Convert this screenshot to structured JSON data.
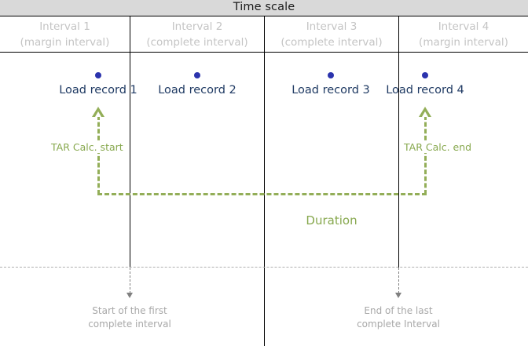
{
  "title": "Time scale",
  "intervals": [
    {
      "name": "Interval  1",
      "kind": "(margin interval)"
    },
    {
      "name": "Interval  2",
      "kind": "(complete interval)"
    },
    {
      "name": "Interval  3",
      "kind": "(complete interval)"
    },
    {
      "name": "Interval  4",
      "kind": "(margin interval)"
    }
  ],
  "records": [
    {
      "label": "Load record 1"
    },
    {
      "label": "Load record 2"
    },
    {
      "label": "Load record 3"
    },
    {
      "label": "Load record 4"
    }
  ],
  "annotations": {
    "tar_start": "TAR Calc. start",
    "tar_end": "TAR Calc. end",
    "duration": "Duration"
  },
  "callouts": [
    {
      "line1": "Start of the first",
      "line2": "complete interval"
    },
    {
      "line1": "End of the last",
      "line2": "complete Interval"
    }
  ],
  "colors": {
    "title_bar": "#d9d9d9",
    "record_dot": "#2b33ad",
    "record_label": "#1f3a63",
    "annotation_green": "#93ae58",
    "header_gray": "#c4c4c4",
    "callout_gray": "#a8a8a8",
    "grid_black": "#000000"
  }
}
